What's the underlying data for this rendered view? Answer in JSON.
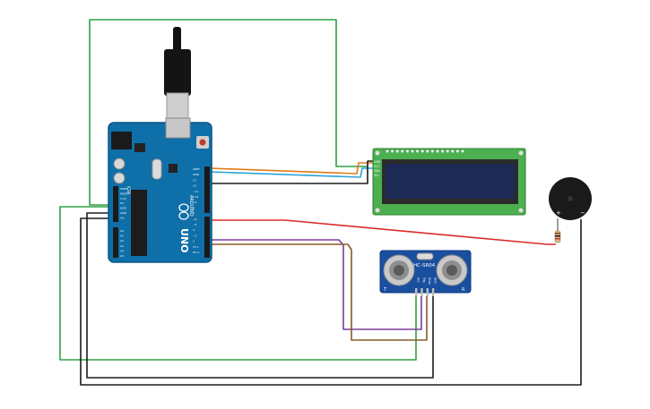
{
  "arduino": {
    "model_label": "UNO",
    "brand_label": "ARDUINO",
    "pin_header_labels": [
      "AREF",
      "GND",
      "13",
      "12",
      "~11",
      "~10",
      "~9",
      "8",
      "7",
      "~6",
      "~5",
      "4",
      "~3",
      "2",
      "TX 1",
      "RX 0"
    ],
    "power_header_labels": [
      "IOREF",
      "RESET",
      "3.3V",
      "5V",
      "GND",
      "GND",
      "Vin"
    ],
    "analog_header_labels": [
      "A0",
      "A1",
      "A2",
      "A3",
      "A4",
      "A5"
    ],
    "icsp_label": "ICSP"
  },
  "ultrasonic": {
    "model_label": "HC-SR04",
    "pin_labels": [
      "Vcc",
      "Trig",
      "Echo",
      "Gnd"
    ],
    "side_labels": [
      "T",
      "R"
    ]
  },
  "lcd": {
    "pin_labels": [
      "GND",
      "VCC",
      "SDA",
      "SCL"
    ]
  },
  "buzzer": {
    "plus_label": "+",
    "minus_label": "−"
  },
  "colors": {
    "board_blue": "#0f6fa8",
    "wire_green": "#2ea043",
    "wire_orange": "#e07b18",
    "wire_blue": "#2aa3d8",
    "wire_black": "#1b1b1b",
    "wire_red": "#d92b2b",
    "wire_purple": "#7d3c98",
    "wire_brown": "#8a5a2b",
    "lcd_green": "#4caf50",
    "lcd_screen": "#1c2a55",
    "sensor_blue": "#1a4fa0"
  }
}
